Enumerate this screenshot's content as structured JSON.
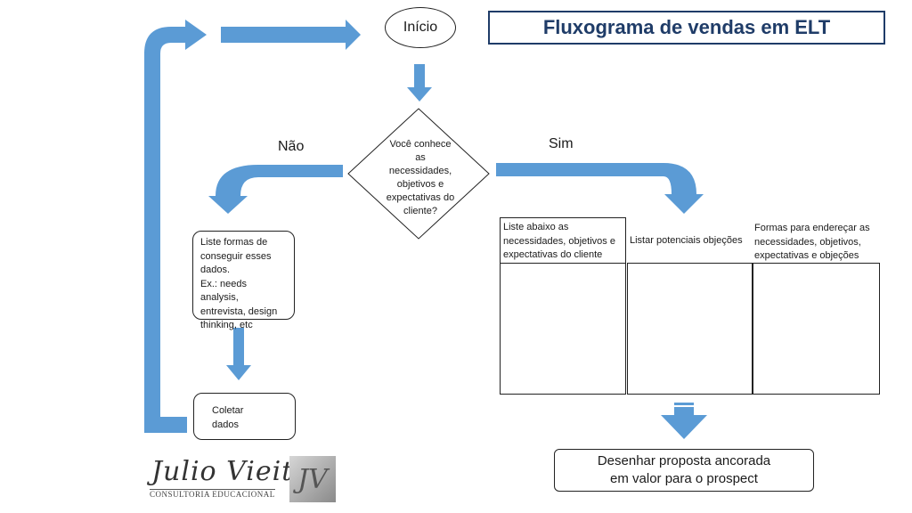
{
  "colors": {
    "arrow": "#5b9bd5",
    "title": "#1f3c68"
  },
  "title": "Fluxograma de vendas em ELT",
  "start": "Início",
  "decision": {
    "line1": "Você conhece",
    "line2": "as",
    "line3": "necessidades,",
    "line4": "objetivos e",
    "line5": "expectativas do",
    "line6": "cliente?"
  },
  "branches": {
    "no": "Não",
    "yes": "Sim"
  },
  "no_path": {
    "list_box": {
      "line1": "Liste formas de",
      "line2": "conseguir esses",
      "line3": "dados.",
      "line4": "Ex.: needs analysis,",
      "line5": "entrevista, design",
      "line6": "thinking, etc"
    },
    "collect_box": {
      "line1": "Coletar",
      "line2": "dados"
    }
  },
  "yes_path": {
    "columns": [
      {
        "line1": "Liste abaixo as",
        "line2": "necessidades, objetivos e",
        "line3": "expectativas do cliente"
      },
      {
        "line1": "Listar potenciais objeções"
      },
      {
        "line1": "Formas para endereçar as",
        "line2": "necessidades, objetivos,",
        "line3": "expectativas e objeções"
      }
    ],
    "final": {
      "line1": "Desenhar proposta ancorada",
      "line2": "em valor para o prospect"
    }
  },
  "logo": {
    "script": "Julio Vieitas",
    "sub": "CONSULTORIA EDUCACIONAL",
    "mark": "JV"
  }
}
